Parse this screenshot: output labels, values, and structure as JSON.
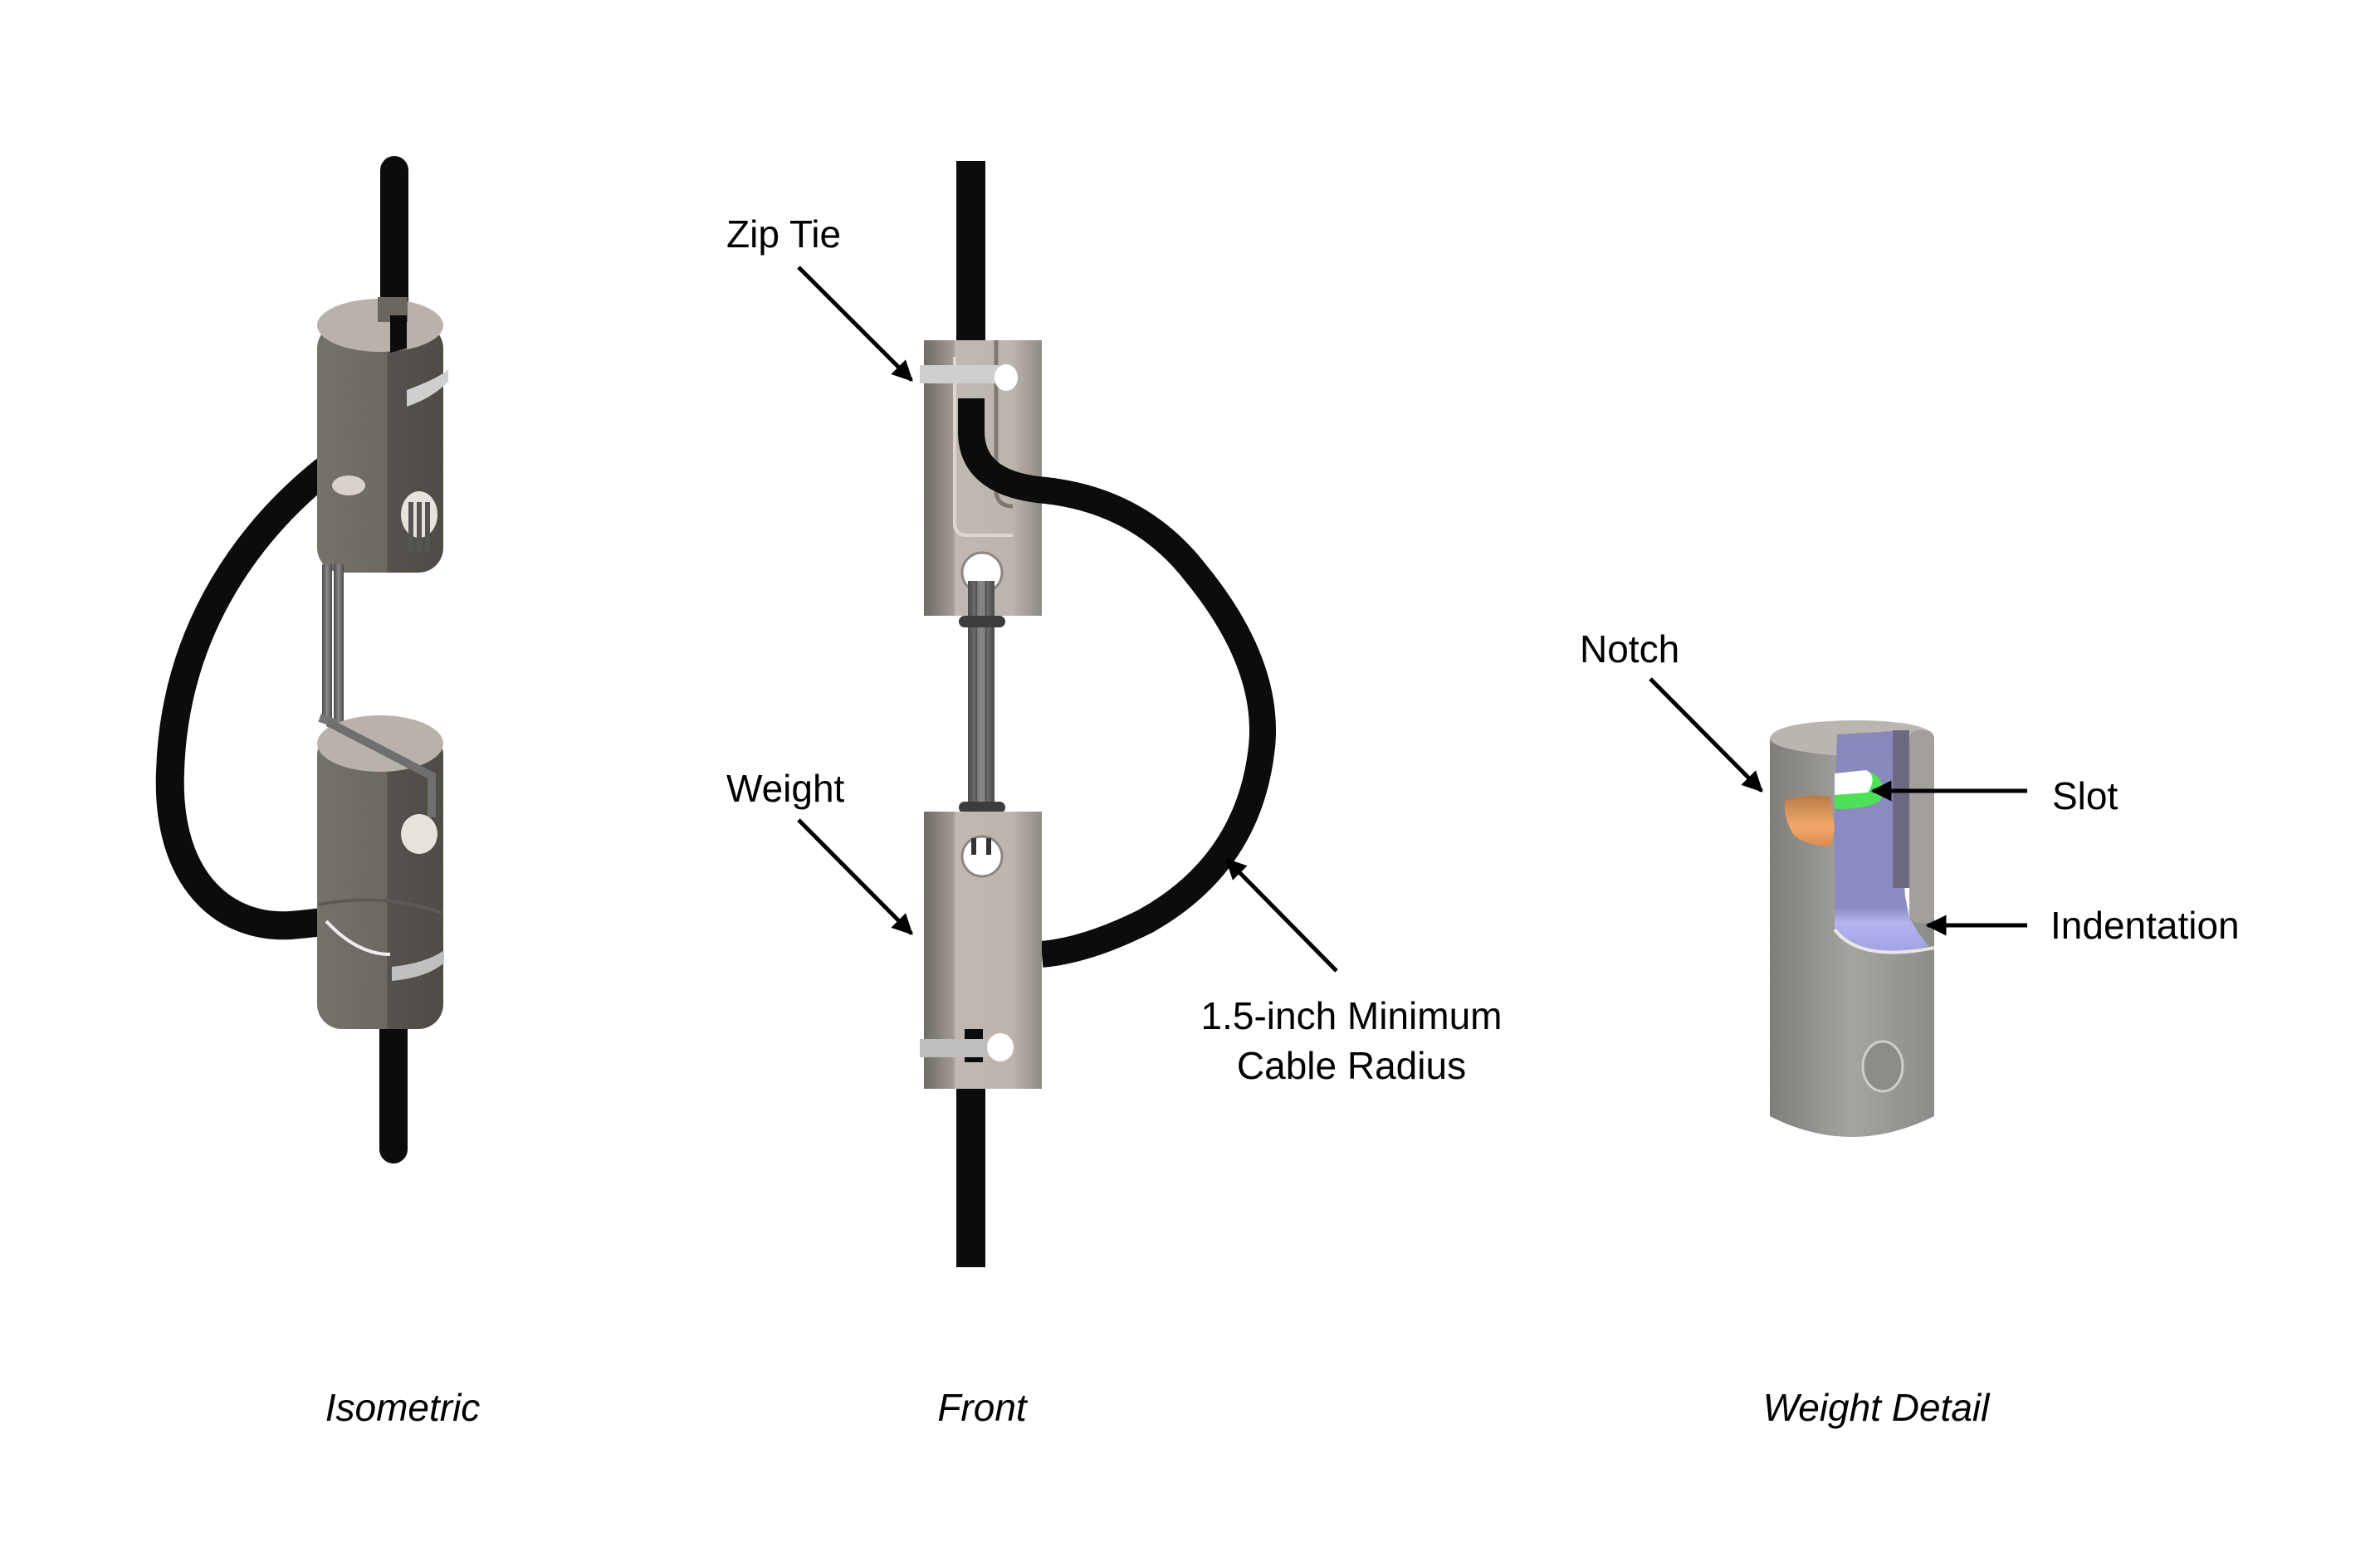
{
  "figure": {
    "views": [
      {
        "id": "isometric",
        "caption": "Isometric"
      },
      {
        "id": "front",
        "caption": "Front"
      },
      {
        "id": "weight-detail",
        "caption": "Weight Detail"
      }
    ],
    "callouts": {
      "zip_tie": "Zip Tie",
      "weight": "Weight",
      "cable_radius_line1": "1.5-inch Minimum",
      "cable_radius_line2": "Cable Radius",
      "notch": "Notch",
      "slot": "Slot",
      "indentation": "Indentation"
    },
    "colors": {
      "cable": "#0c0c0c",
      "weight_body": "#b9b2aa",
      "weight_shadow": "#6b6660",
      "rod": "#6f6f6f",
      "zip_tie": "#c9c9c9",
      "indentation_fill": "#8a8abf",
      "slot_fill": "#4fe05a",
      "notch_fill": "#e0955a"
    }
  }
}
